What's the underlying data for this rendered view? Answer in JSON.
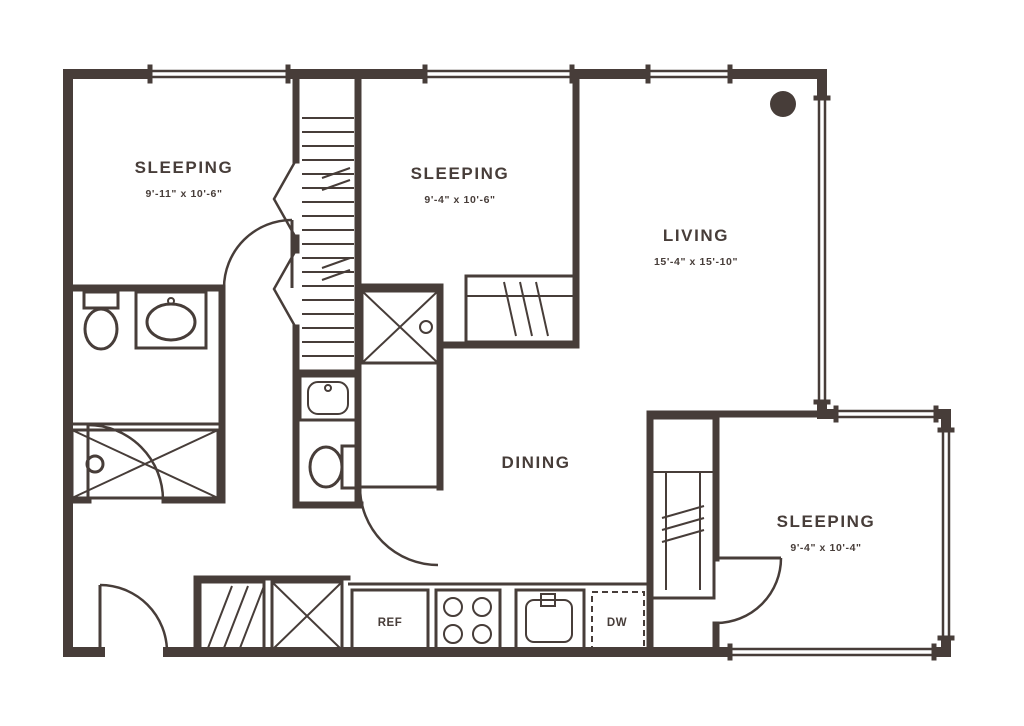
{
  "colors": {
    "wall": "#473d39",
    "background": "#ffffff"
  },
  "rooms": {
    "sleeping_top_left": {
      "label": "SLEEPING",
      "dimensions": "9'-11\" x 10'-6\""
    },
    "sleeping_top_middle": {
      "label": "SLEEPING",
      "dimensions": "9'-4\" x 10'-6\""
    },
    "living": {
      "label": "LIVING",
      "dimensions": "15'-4\" x 15'-10\""
    },
    "dining": {
      "label": "DINING"
    },
    "sleeping_bottom_right": {
      "label": "SLEEPING",
      "dimensions": "9'-4\" x 10'-4\""
    }
  },
  "kitchen": {
    "refrigerator_label": "REF",
    "dishwasher_label": "DW"
  }
}
